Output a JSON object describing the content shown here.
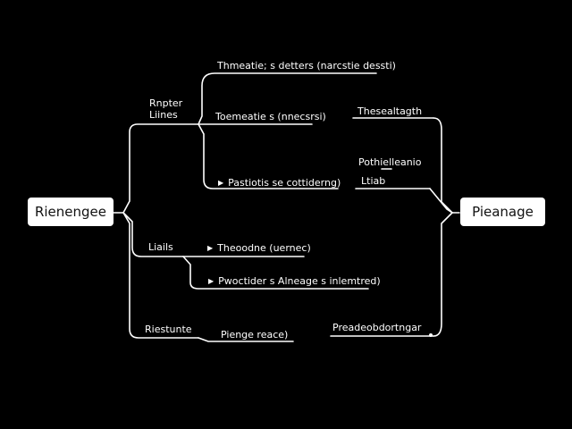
{
  "diagram": {
    "source_node": "Rienengee",
    "target_node": "Pieanage",
    "branch_labels": {
      "upper": "Rnpter\nLiines",
      "middle": "Liails",
      "lower": "Riestunte"
    },
    "edge_labels": {
      "top": "Thmeatie; s detters (narcstie dessti)",
      "upper_mid": "Toemeatie s (nnecsrsi)",
      "upper_low": "Pastiotis se cottiderng)",
      "middle_a": "Theoodne (uernec)",
      "middle_b": "Pwoctider s Alneage s inlemtred)",
      "lower": "Pienge reace)",
      "right_top": "Thesealtagth",
      "right_mid_a": "Pothielleanio",
      "right_mid_b": "Ltiab",
      "right_low": "Preadeobdortngar"
    },
    "colors": {
      "background": "#000000",
      "line": "#ffffff",
      "node_fill": "#ffffff",
      "node_text": "#111111"
    }
  }
}
